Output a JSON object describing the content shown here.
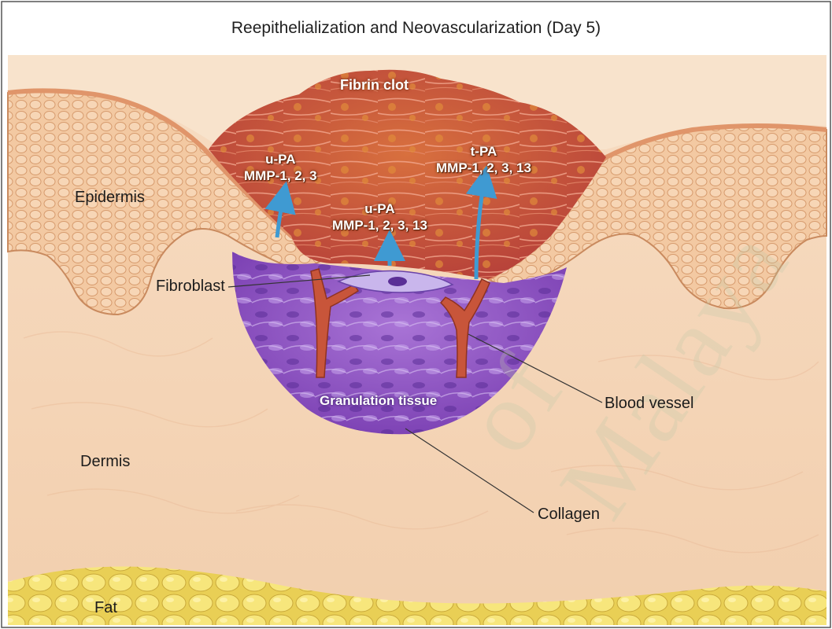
{
  "title": "Reepithelialization and Neovascularization (Day 5)",
  "labels": {
    "fibrin_clot": "Fibrin clot",
    "epidermis": "Epidermis",
    "dermis": "Dermis",
    "fat": "Fat",
    "fibroblast": "Fibroblast",
    "blood_vessel": "Blood vessel",
    "collagen": "Collagen",
    "granulation_tissue": "Granulation tissue"
  },
  "enzymes": {
    "left": {
      "line1": "u-PA",
      "line2": "MMP-1, 2, 3"
    },
    "center": {
      "line1": "u-PA",
      "line2": "MMP-1, 2, 3, 13"
    },
    "right": {
      "line1": "t-PA",
      "line2": "MMP-1, 2, 3, 13"
    }
  },
  "watermark": "of Malaya",
  "colors": {
    "dermis": "#f5d2b4",
    "epidermis": "#f0b88e",
    "fibrin_clot": "#c9563a",
    "granulation_tissue": "#8a4fc4",
    "blood_vessel": "#c8553a",
    "fat": "#f2dc6a",
    "arrow": "#4aa3d6"
  }
}
